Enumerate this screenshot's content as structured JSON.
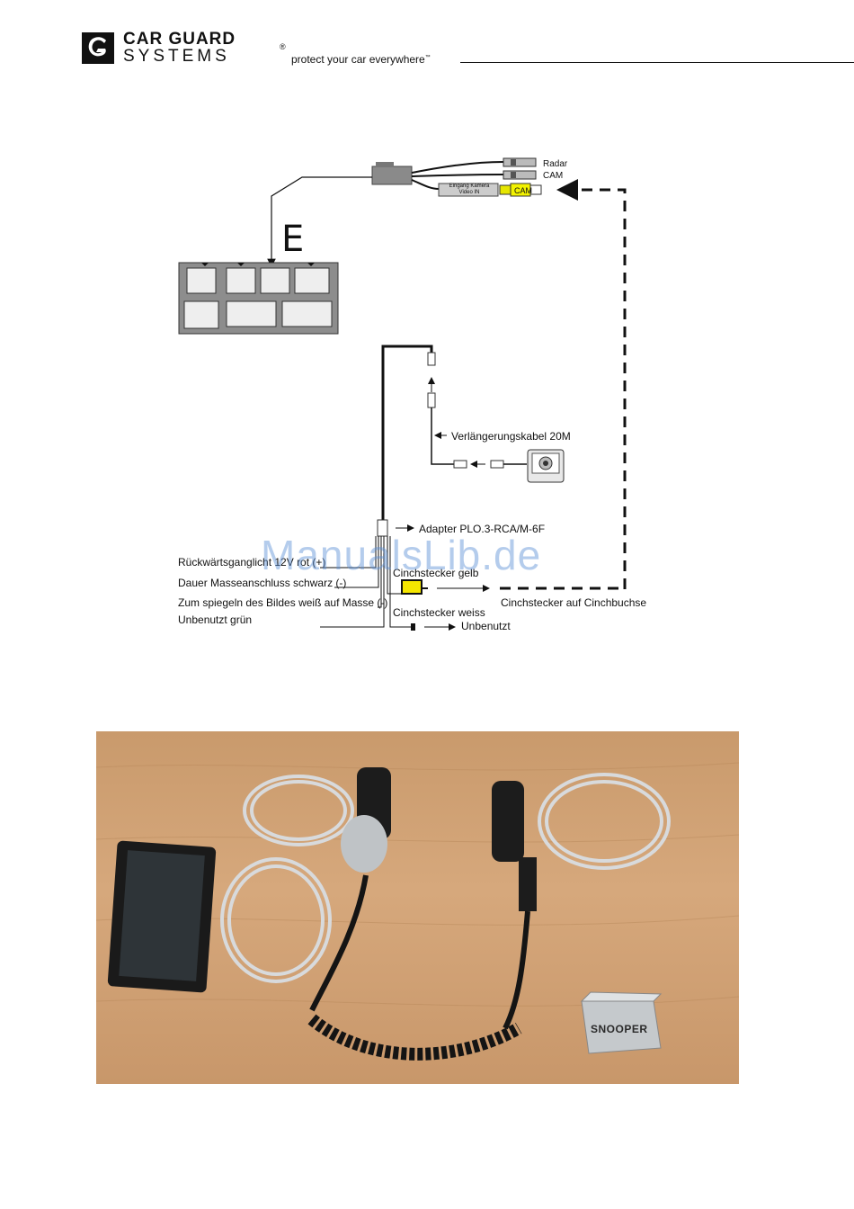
{
  "header": {
    "brand_line1": "CAR GUARD",
    "brand_line2": "SYSTEMS",
    "registered_mark": "®",
    "tagline": "protect your car everywhere",
    "tagline_mark": "™"
  },
  "diagram": {
    "letter_e": "E",
    "radar": "Radar",
    "cam": "CAM",
    "cam_plug": "CAM",
    "eingang_line1": "Eingang Kamera",
    "eingang_line2": "Video IN",
    "extension_cable": "Verlängerungskabel 20M",
    "adapter": "Adapter PLO.3-RCA/M-6F",
    "reverse_light": "Rückwärtsganglicht 12V rot (+)",
    "ground": "Dauer Masseanschluss schwarz (-)",
    "mirror": "Zum spiegeln des Bildes weiß auf Masse (-)",
    "unused_green": "Unbenutzt grün",
    "yellow_plug": "Cinchstecker gelb",
    "white_plug": "Cinchstecker weiss",
    "plug_to_socket": "Cinchstecker  auf Cinchbuchse",
    "unused": "Unbenutzt"
  },
  "photo": {
    "camera_brand": "SNOOPER"
  },
  "watermark": "ManualsLib.de"
}
